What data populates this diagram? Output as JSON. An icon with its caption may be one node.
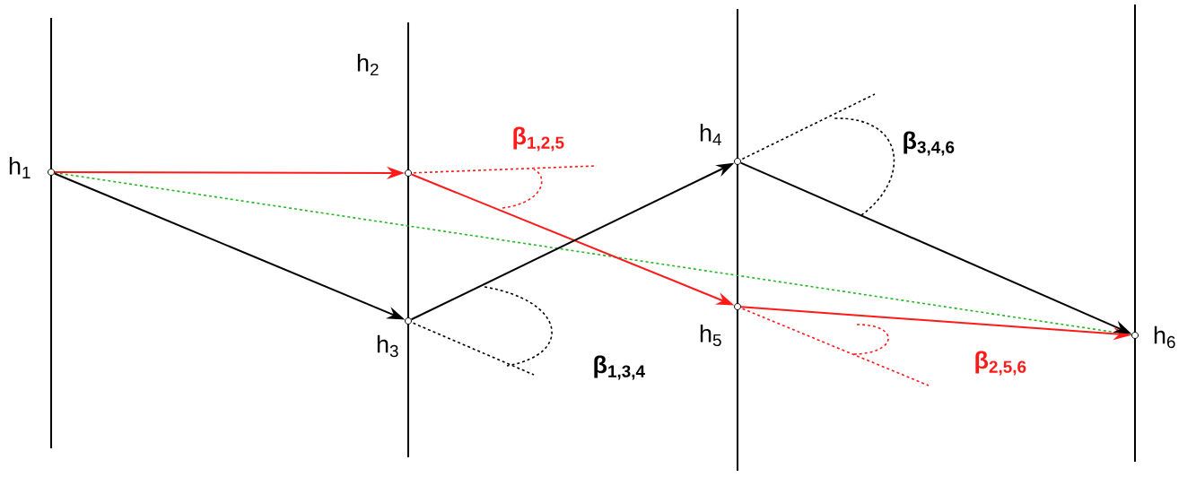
{
  "diagram": {
    "nodes": [
      {
        "text": [
          "h$_{1}$"
        ]
      },
      {
        "text": [
          "h$_{2}$"
        ]
      },
      {
        "text": [
          "h$_{3}$"
        ]
      },
      {
        "text": [
          "h$_{4}$"
        ]
      },
      {
        "text": [
          "h$_{5}$"
        ]
      },
      {
        "text": [
          "h$_{6}$"
        ]
      }
    ],
    "edges": [
      {
        "from": 0,
        "to": 1,
        "arrow": "to",
        "color": "#ff1a1a"
      },
      {
        "from": 1,
        "to": 4,
        "arrow": "to",
        "color": "#ff1a1a"
      },
      {
        "from": 4,
        "to": 5,
        "arrow": "to",
        "color": "#ff1a1a"
      },
      {
        "from": 0,
        "to": 2,
        "arrow": "to",
        "color": "#000000"
      },
      {
        "from": 2,
        "to": 3,
        "arrow": "to",
        "color": "#000000"
      },
      {
        "from": 3,
        "to": 5,
        "arrow": "to",
        "color": "#000000"
      },
      {
        "from": 0,
        "to": 5,
        "arrow": "none",
        "style": "dashed",
        "color": "#22b822"
      }
    ],
    "labels": [
      "β$_{1,2,5}$",
      "β$_{3,4,6}$",
      "β$_{1,3,4}$",
      "β$_{2,5,6}$"
    ]
  }
}
